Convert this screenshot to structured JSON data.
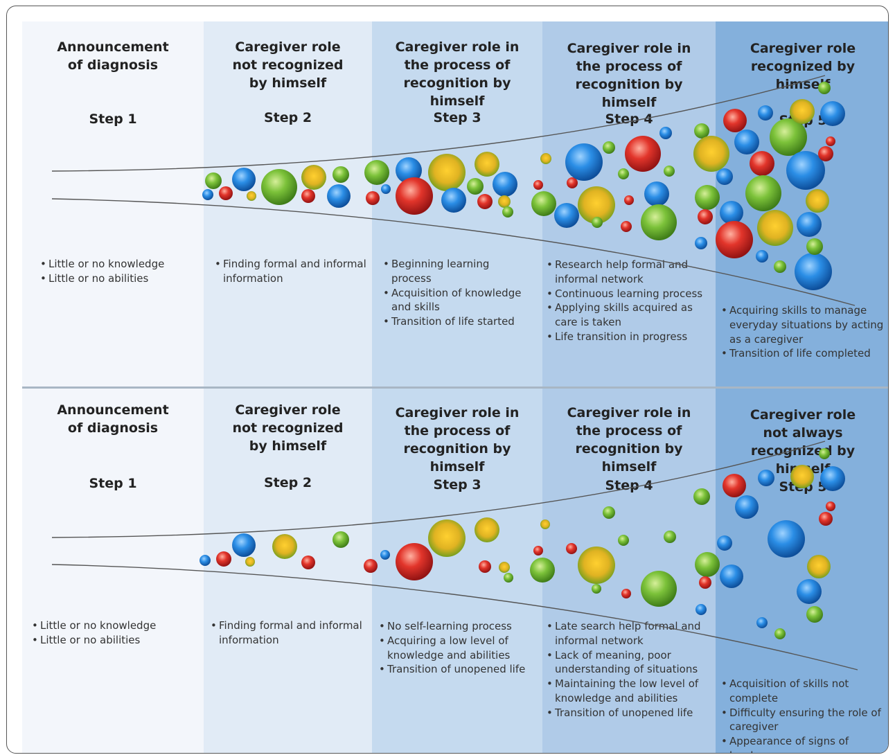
{
  "top": {
    "columns": [
      {
        "title_lines": [
          "Announcement",
          "of diagnosis"
        ],
        "step": "Step 1",
        "bullets": [
          "Little or no knowledge",
          "Little or no abilities"
        ]
      },
      {
        "title_lines": [
          "Caregiver role",
          "not recognized",
          "by himself"
        ],
        "step": "Step 2",
        "bullets": [
          "Finding formal and informal information"
        ]
      },
      {
        "title_lines": [
          "Caregiver role in",
          "the process of",
          "recognition by",
          "himself"
        ],
        "step": "Step 3",
        "bullets": [
          "Beginning learning process",
          "Acquisition of knowledge and skills",
          "Transition of life started"
        ]
      },
      {
        "title_lines": [
          "Caregiver role in",
          "the process of",
          "recognition by",
          "himself"
        ],
        "step": "Step 4",
        "bullets": [
          "Research help formal and informal network",
          "Continuous learning process",
          "Applying skills acquired as care is taken",
          "Life transition in progress"
        ]
      },
      {
        "title_lines": [
          "Caregiver role",
          "recognized by",
          "himself"
        ],
        "step": "Step 5",
        "bullets": [
          "Acquiring skills to manage everyday situations by acting as a caregiver",
          "Transition of life completed"
        ]
      }
    ]
  },
  "bottom": {
    "columns": [
      {
        "title_lines": [
          "Announcement",
          "of diagnosis"
        ],
        "step": "Step 1",
        "bullets": [
          "Little or no knowledge",
          "Little or no abilities"
        ]
      },
      {
        "title_lines": [
          "Caregiver role",
          "not recognized",
          "by himself"
        ],
        "step": "Step 2",
        "bullets": [
          "Finding formal and informal information"
        ]
      },
      {
        "title_lines": [
          "Caregiver role in",
          "the process of",
          "recognition by",
          "himself"
        ],
        "step": "Step 3",
        "bullets": [
          "No self-learning process",
          "Acquiring a low level of knowledge and abilities",
          "Transition of unopened life"
        ]
      },
      {
        "title_lines": [
          "Caregiver role in",
          "the process of",
          "recognition by",
          "himself"
        ],
        "step": "Step 4",
        "bullets": [
          "Late search help formal and informal network",
          "Lack of meaning, poor understanding of situations",
          "Maintaining the low level of knowledge and abilities",
          "Transition of unopened life"
        ]
      },
      {
        "title_lines": [
          "Caregiver role",
          "not always",
          "recognized by",
          "himself"
        ],
        "step": "Step 5",
        "bullets": [
          "Acquisition of skills not complete",
          "Difficulty ensuring the role of caregiver",
          "Appearance of signs of burden"
        ]
      }
    ]
  },
  "colors": {
    "green": "#5fa82a",
    "blue": "#1f7fd6",
    "red": "#d92b2b",
    "gold": "#d9b318",
    "line": "#555555"
  }
}
